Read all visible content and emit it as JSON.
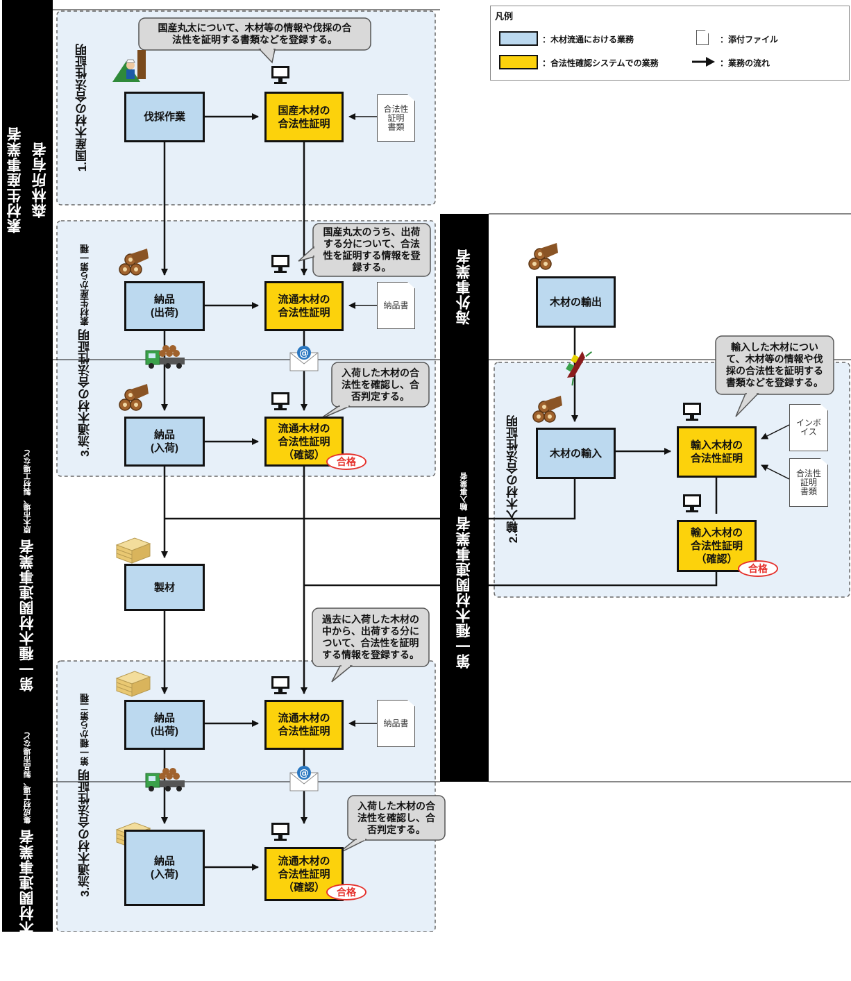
{
  "lanes": {
    "sozai": "素材生産事業者",
    "forest_owner": "森林所有者",
    "daiichi": "第一種木材関連事業者",
    "daiichi_sub": "原木市場、製材工場など",
    "daini": "第二種木材関連事業者",
    "daini_sub": "集成材工場、製品市場など",
    "overseas": "海外事業者",
    "importer": "第一種木材関連事業者",
    "importer_sub": "輸入事業者"
  },
  "sections": {
    "s1": "1.国産木材の合法性証明",
    "s3a": "3.流通木材の合法性証明",
    "s3a_sub": "素材生産から第一種",
    "s3b": "3.流通木材の合法性証明",
    "s3b_sub": "第一種から第二種",
    "s2": "2.輸入木材の合法性証明"
  },
  "boxes": {
    "bassai": "伐採作業",
    "kokusan": "国産木材の\n合法性証明",
    "nohin_shukka1": "納品\n(出荷)",
    "ryutsu1": "流通木材の\n合法性証明",
    "nohin_nyuka1": "納品\n(入荷)",
    "ryutsu_kakunin1": "流通木材の\n合法性証明\n（確認）",
    "seizai": "製材",
    "nohin_shukka2": "納品\n(出荷)",
    "ryutsu2": "流通木材の\n合法性証明",
    "nohin_nyuka2": "納品\n(入荷)",
    "ryutsu_kakunin2": "流通木材の\n合法性証明\n（確認）",
    "yushutsu": "木材の輸出",
    "yunyu": "木材の輸入",
    "yunyu_shomei": "輸入木材の\n合法性証明",
    "yunyu_kakunin": "輸入木材の\n合法性証明\n（確認）"
  },
  "docs": {
    "d1": "合法性\n証明\n書類",
    "d2": "納品書",
    "d3": "納品書",
    "d4": "インボ\nイス",
    "d5": "合法性\n証明\n書類"
  },
  "callouts": {
    "c1": "国産丸太について、木材等の情報や伐採の合\n法性を証明する書類などを登録する。",
    "c2": "国産丸太のうち、出荷\nする分について、合法\n性を証明する情報を登\n録する。",
    "c3": "入荷した木材の合\n法性を確認し、合\n否判定する。",
    "c4": "過去に入荷した木材の\n中から、出荷する分に\nついて、合法性を証明\nする情報を登録する。",
    "c5": "入荷した木材の合\n法性を確認し、合\n否判定する。",
    "c6": "輸入した木材につい\nて、木材等の情報や伐\n採の合法性を証明する\n書類などを登録する。"
  },
  "pass_label": "合格",
  "legend": {
    "title": "凡例",
    "blue": "：木材流通における業務",
    "yellow": "：合法性確認システムでの業務",
    "file": "：添付ファイル",
    "flow": "：業務の流れ"
  },
  "icons": [
    "logger-icon",
    "log-pile-icon",
    "lumber-stack-icon",
    "truck-icon",
    "computer-icon",
    "email-icon",
    "ship-icon"
  ],
  "colors": {
    "blue": "#bcd9ef",
    "yellow": "#fcd20c",
    "region": "#e7f0f9",
    "pass": "#e5322d",
    "callout": "#d9d9d9"
  }
}
